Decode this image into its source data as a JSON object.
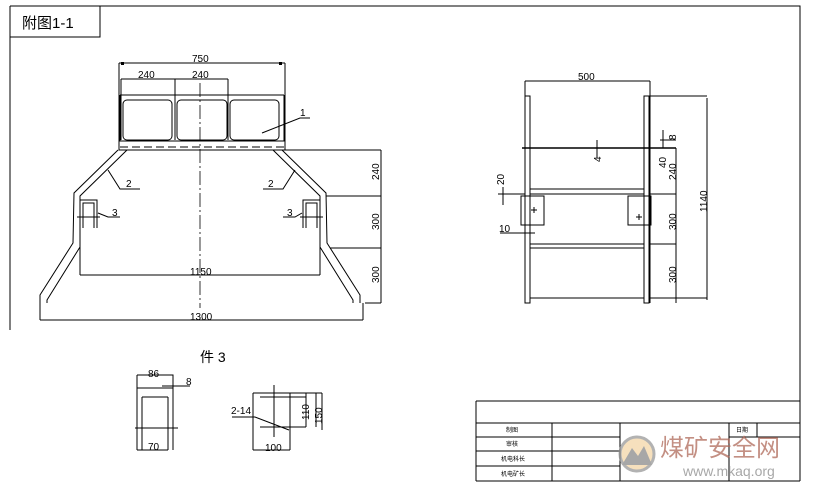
{
  "title": "附图1-1",
  "front_view": {
    "dims": {
      "overall_top": "750",
      "cell1": "240",
      "cell2": "240",
      "inner_bottom": "1150",
      "overall_bottom": "1300",
      "h1": "240",
      "h2": "300",
      "h3": "300"
    },
    "callouts": {
      "part1": "1",
      "part2_left": "2",
      "part2_right": "2",
      "part3_left": "3",
      "part3_right": "3"
    }
  },
  "side_view": {
    "dims": {
      "width": "500",
      "plate_top": "8",
      "bar": "4",
      "d40": "40",
      "h1": "240",
      "h2": "300",
      "h3": "300",
      "total": "1140",
      "d20": "20",
      "d10": "10"
    }
  },
  "detail": {
    "title": "件 3",
    "dims": {
      "top": "86",
      "thick": "8",
      "bottom": "70",
      "holes": "2-14",
      "h110": "110",
      "h150": "150",
      "w100": "100"
    }
  },
  "title_block": {
    "rows": [
      "制图",
      "审核",
      "机电科长",
      "机电矿长"
    ],
    "date_label": "日期"
  },
  "watermark": {
    "name": "煤矿安全网",
    "url": "www.mkaq.org"
  }
}
